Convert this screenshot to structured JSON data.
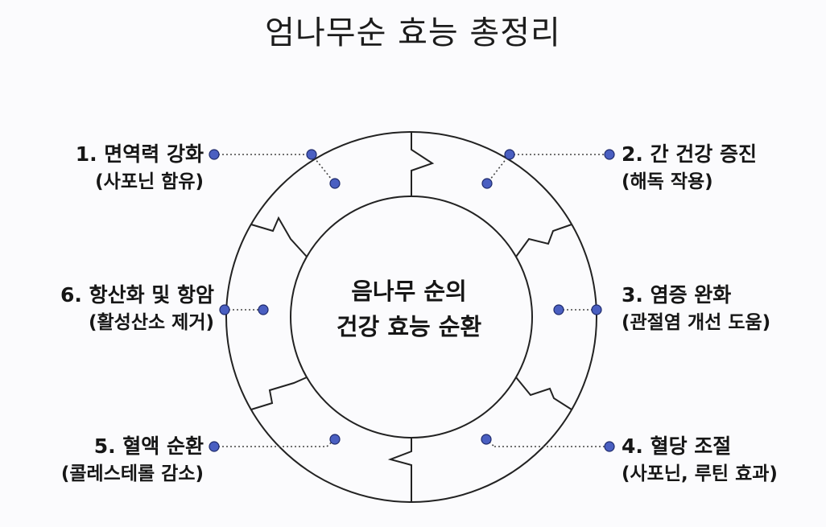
{
  "title": "엄나무순 효능 총정리",
  "center": {
    "line1": "음나무 순의",
    "line2": "건강 효능 순환"
  },
  "benefits": [
    {
      "main": "1. 면역력 강화",
      "sub": "(사포닌 함유)"
    },
    {
      "main": "2. 간 건강 증진",
      "sub": "(해독 작용)"
    },
    {
      "main": "3. 염증 완화",
      "sub": "(관절염 개선 도움)"
    },
    {
      "main": "4. 혈당 조절",
      "sub": "(사포닌, 루틴 효과)"
    },
    {
      "main": "5. 혈액 순환",
      "sub": "(콜레스테롤 감소)"
    },
    {
      "main": "6. 항산화 및 항암",
      "sub": "(활성산소 제거)"
    }
  ],
  "colors": {
    "dot": "#4a5fc1",
    "line": "#222222",
    "background": "#fbfbfd"
  }
}
